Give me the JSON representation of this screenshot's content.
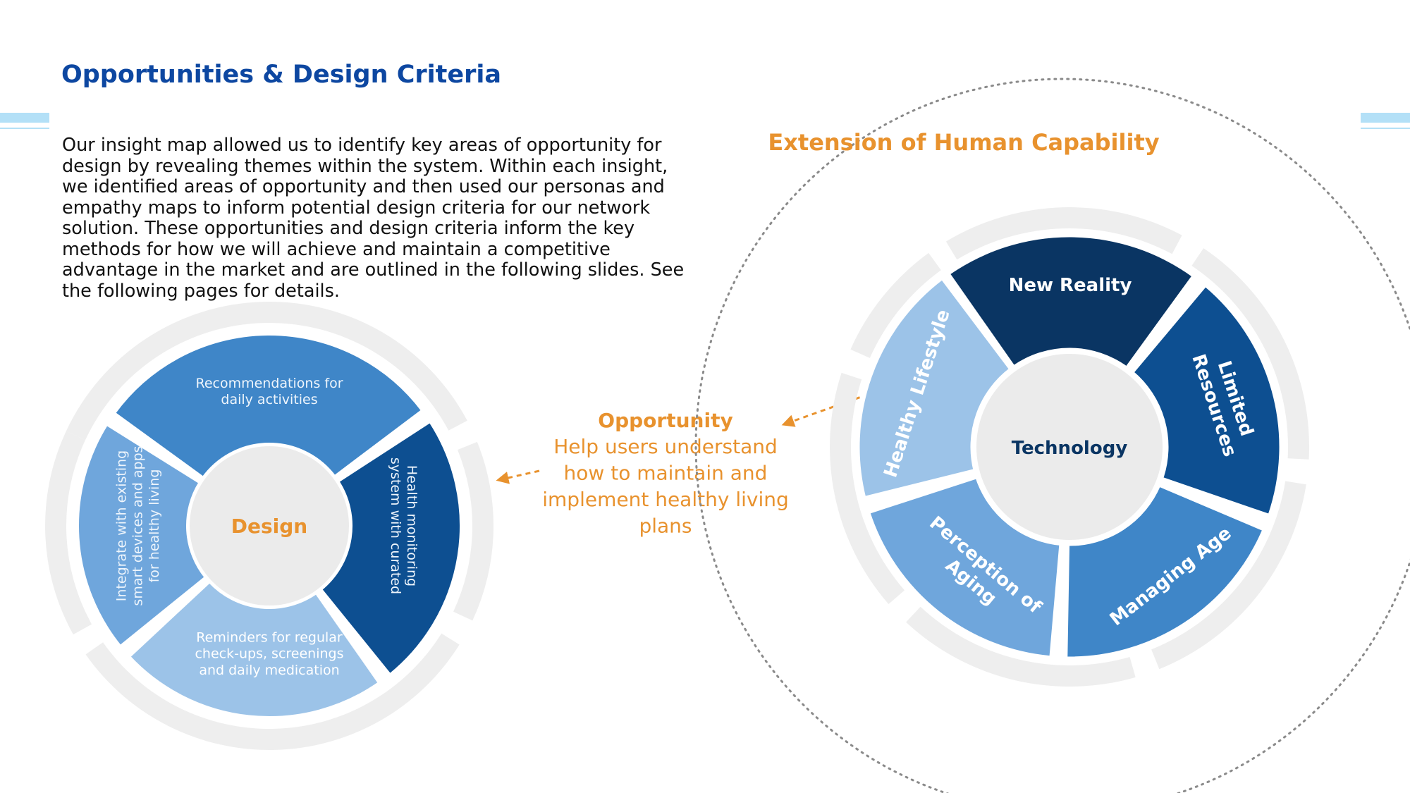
{
  "page": {
    "title": "Opportunities & Design Criteria",
    "intro": "Our insight map allowed us to identify key areas of opportunity for design by revealing themes within the system. Within each insight, we identified areas of opportunity and then used our personas and empathy maps to inform potential design criteria for our network solution. These opportunities and design criteria inform the key methods for how we will achieve and maintain a competitive advantage in the market and are outlined in the following slides. See the following pages for details."
  },
  "colors": {
    "title_blue": "#0d47a1",
    "accent_orange": "#e8922e",
    "navy": "#0a3563",
    "dark_blue": "#0d4f91",
    "mid_blue": "#3f86c8",
    "light_blue": "#6fa6dc",
    "pale_blue": "#9cc3e8",
    "ring_gray": "#eeeeee",
    "center_gray": "#ebebeb",
    "accent_bar": "#b3e0f7"
  },
  "design_wheel": {
    "center": "Design",
    "segments": [
      {
        "label": "Recommendations for daily activities",
        "lines": [
          "Recommendations for",
          "daily activities"
        ]
      },
      {
        "label": "Health monitoring system with curated",
        "lines": [
          "Health monitoring",
          "system with curated"
        ]
      },
      {
        "label": "Reminders for regular check-ups, screenings and daily medication",
        "lines": [
          "Reminders for regular",
          "check-ups, screenings",
          "and daily medication"
        ]
      },
      {
        "label": "Integrate with existing smart devices and apps for healthy living",
        "lines": [
          "Integrate with existing",
          "smart devices and apps",
          "for healthy living"
        ]
      }
    ]
  },
  "opportunity": {
    "heading": "Opportunity",
    "lines": [
      "Help users understand",
      "how to maintain and",
      "implement healthy living",
      "plans"
    ]
  },
  "capability_wheel": {
    "title": "Extension of Human Capability",
    "center": "Technology",
    "segments": [
      {
        "label": "New Reality",
        "lines": [
          "New Reality"
        ]
      },
      {
        "label": "Limited Resources",
        "lines": [
          "Limited",
          "Resources"
        ]
      },
      {
        "label": "Managing Age",
        "lines": [
          "Managing Age"
        ]
      },
      {
        "label": "Perception of Aging",
        "lines": [
          "Perception of",
          "Aging"
        ]
      },
      {
        "label": "Healthy Lifestyle",
        "lines": [
          "Healthy Lifestyle"
        ]
      }
    ]
  }
}
